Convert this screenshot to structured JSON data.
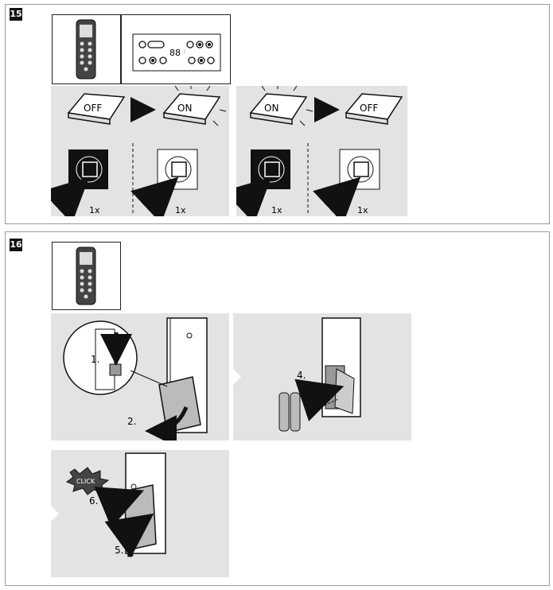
{
  "section15": {
    "badge": "15",
    "labels": {
      "off": "OFF",
      "on": "ON",
      "press": "1x"
    }
  },
  "section16": {
    "badge": "16",
    "steps": {
      "s1": "1.",
      "s2": "2.",
      "s4": "4.",
      "s5": "5.",
      "s6": "6."
    },
    "click": "CLICK"
  },
  "icons": {
    "remote": "remote-control-icon",
    "display": "display-panel-icon",
    "button": "toggle-button-icon",
    "arrow": "push-arrow-icon"
  },
  "colors": {
    "panel": "#e3e3e3",
    "ink": "#222222",
    "border": "#9a9a9a"
  }
}
